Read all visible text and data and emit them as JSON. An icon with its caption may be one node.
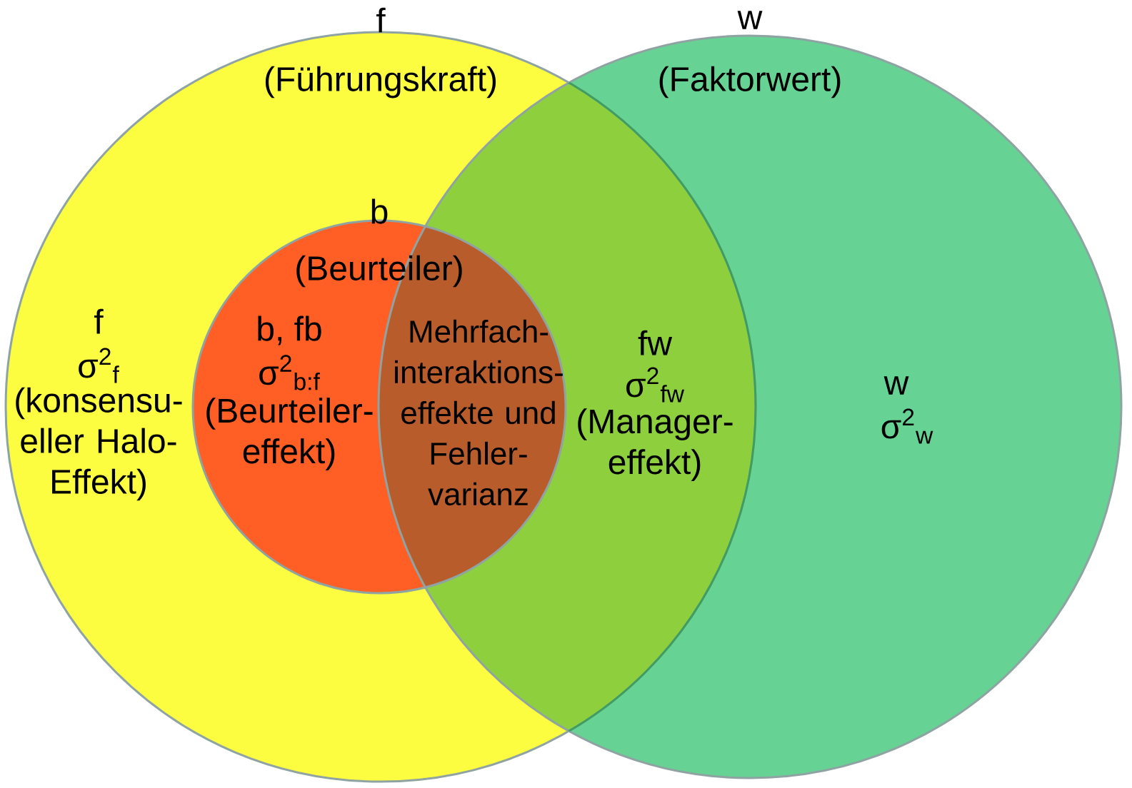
{
  "diagram": {
    "nodes": [
      {
        "text": [
          "f",
          "(Führungskraft)"
        ]
      },
      {
        "text": [
          "w",
          "(Faktorwert)"
        ]
      },
      {
        "text": [
          "b",
          "(Beurteiler)"
        ],
        "in": 0
      }
    ],
    "labels": [
      "f",
      "σ$^{2}$$_{f}$",
      "(konsensu- eller Halo- Effekt)",
      "b, fb",
      "σ$^{2}$$_{b:f}$",
      "(Beurteiler- effekt)",
      "Mehrfach- interaktions- effekte und Fehler- varianz",
      "fw",
      "σ$^{2}$$_{fw}$",
      "(Manager- effekt)",
      "w",
      "σ$^{2}$$_{w}$"
    ]
  }
}
